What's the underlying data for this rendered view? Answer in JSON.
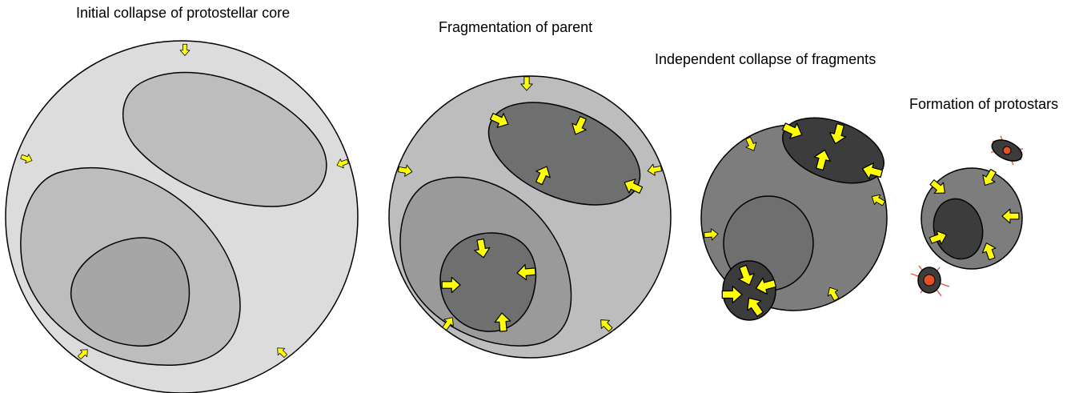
{
  "stages": [
    {
      "id": "initial",
      "title": "Initial collapse of protostellar core"
    },
    {
      "id": "fragmentation",
      "title": "Fragmentation of parent"
    },
    {
      "id": "independent",
      "title": "Independent collapse of fragments"
    },
    {
      "id": "protostars",
      "title": "Formation of protostars"
    }
  ],
  "colors": {
    "arrow": "#ffff00",
    "arrow_outline": "#000000",
    "outline": "#000000",
    "shade_1": "#dcdcdc",
    "shade_2": "#bdbdbd",
    "shade_3": "#a6a6a6",
    "shade_4": "#9a9a9a",
    "shade_5": "#6f6f6f",
    "shade_6": "#7d7d7d",
    "shade_7": "#3c3c3c",
    "protostar_core": "#e8502a",
    "protostar_rays": "#e8502a"
  },
  "icons": [
    "inward-arrow-icon",
    "protostar-icon"
  ]
}
